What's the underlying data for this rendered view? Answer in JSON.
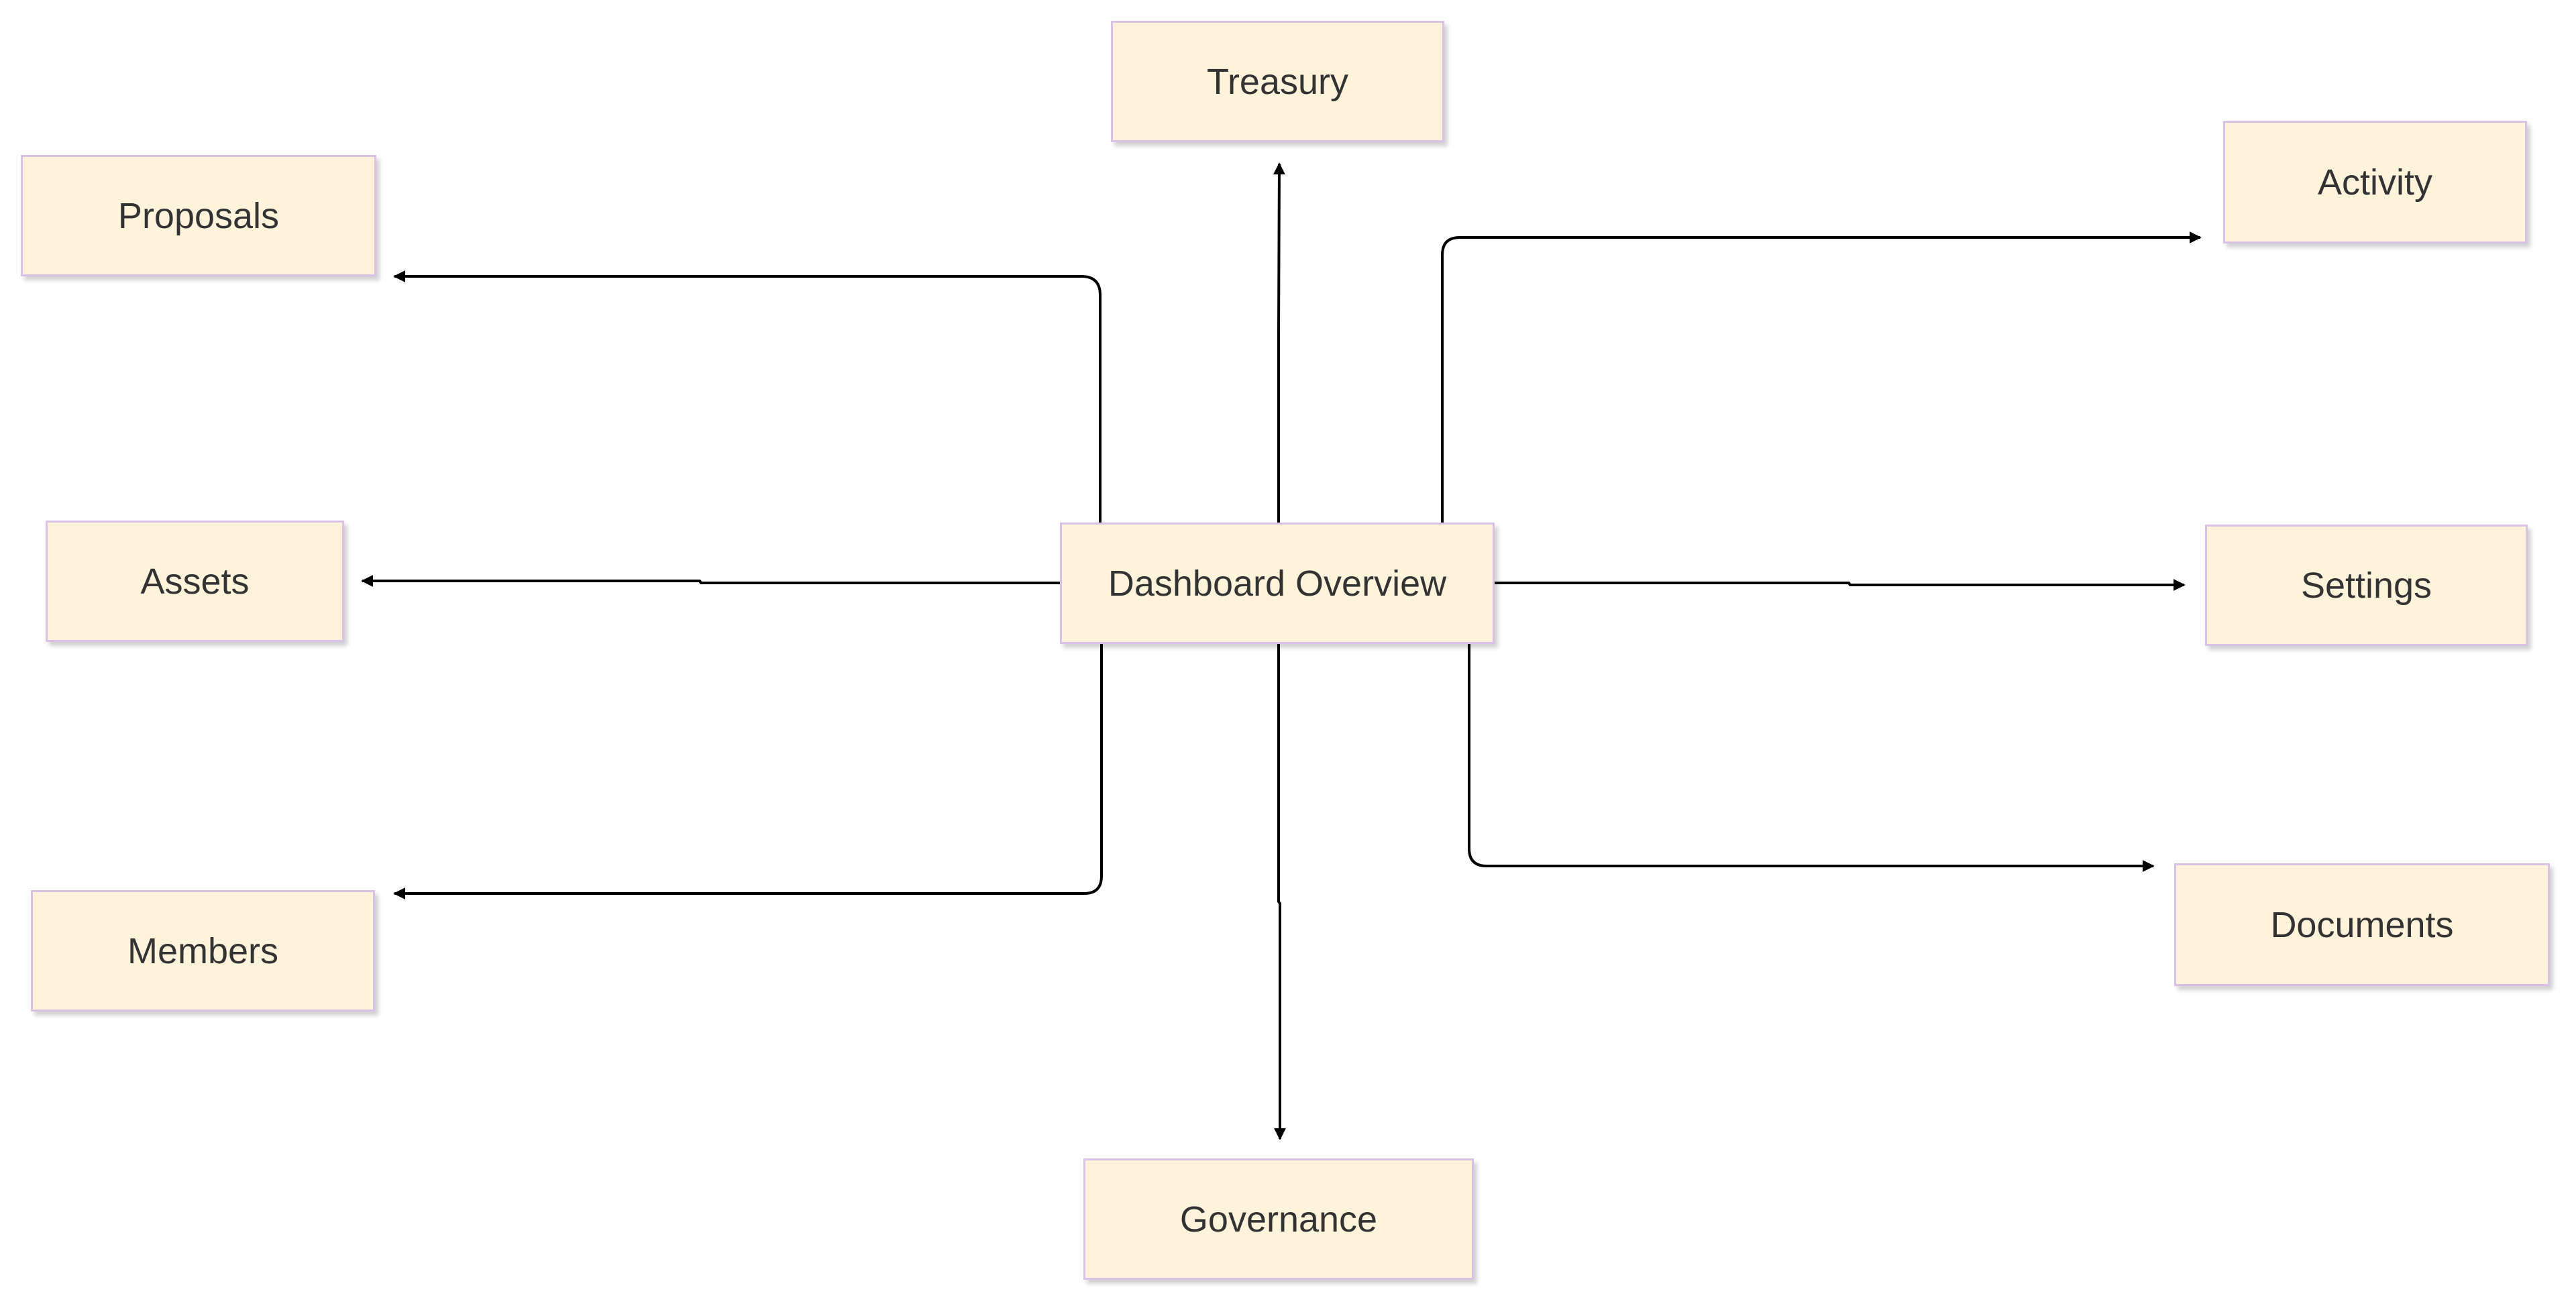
{
  "diagram": {
    "center": {
      "label": "Dashboard Overview"
    },
    "nodes": {
      "treasury": {
        "label": "Treasury"
      },
      "proposals": {
        "label": "Proposals"
      },
      "activity": {
        "label": "Activity"
      },
      "assets": {
        "label": "Assets"
      },
      "settings": {
        "label": "Settings"
      },
      "members": {
        "label": "Members"
      },
      "documents": {
        "label": "Documents"
      },
      "governance": {
        "label": "Governance"
      }
    },
    "edges": [
      {
        "from": "Dashboard Overview",
        "to": "Treasury"
      },
      {
        "from": "Dashboard Overview",
        "to": "Proposals"
      },
      {
        "from": "Dashboard Overview",
        "to": "Activity"
      },
      {
        "from": "Dashboard Overview",
        "to": "Assets"
      },
      {
        "from": "Dashboard Overview",
        "to": "Settings"
      },
      {
        "from": "Dashboard Overview",
        "to": "Members"
      },
      {
        "from": "Dashboard Overview",
        "to": "Documents"
      },
      {
        "from": "Dashboard Overview",
        "to": "Governance"
      }
    ],
    "colors": {
      "node_fill": "#fff3dc",
      "node_border": "#d9c2e6",
      "edge": "#000000",
      "text": "#333333"
    }
  }
}
